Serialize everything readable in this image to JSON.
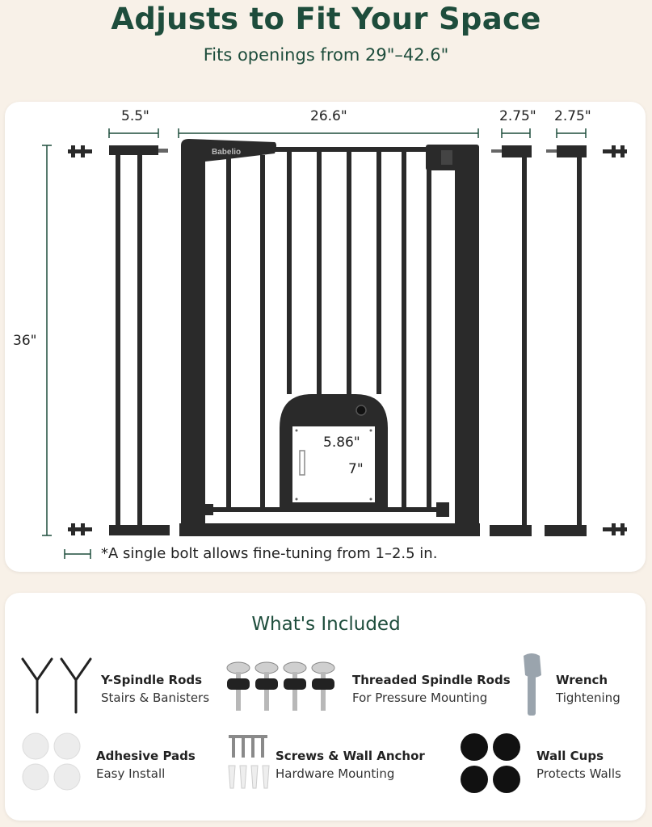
{
  "header": {
    "title": "Adjusts to Fit Your Space",
    "subtitle": "Fits openings from 29\"–42.6\""
  },
  "diagram": {
    "brand_label": "Babelio",
    "dimensions": {
      "extension_large": "5.5\"",
      "gate_width": "26.6\"",
      "extension_small_1": "2.75\"",
      "extension_small_2": "2.75\"",
      "height": "36\"",
      "door_width": "5.86\"",
      "door_height": "7\""
    },
    "note": "*A single bolt allows fine-tuning from 1–2.5 in.",
    "colors": {
      "gate": "#2a2a2a",
      "dimension_line": "#1e4d3c"
    }
  },
  "included": {
    "title": "What's Included",
    "items": [
      {
        "name": "Y-Spindle Rods",
        "desc": "Stairs & Banisters",
        "icon": "y-spindle-icon"
      },
      {
        "name": "Threaded Spindle Rods",
        "desc": "For Pressure Mounting",
        "icon": "threaded-rod-icon"
      },
      {
        "name": "Wrench",
        "desc": "Tightening",
        "icon": "wrench-icon"
      },
      {
        "name": "Adhesive Pads",
        "desc": "Easy Install",
        "icon": "adhesive-pad-icon"
      },
      {
        "name": "Screws & Wall Anchor",
        "desc": "Hardware Mounting",
        "icon": "screw-icon"
      },
      {
        "name": "Wall Cups",
        "desc": "Protects Walls",
        "icon": "wall-cup-icon"
      }
    ]
  }
}
